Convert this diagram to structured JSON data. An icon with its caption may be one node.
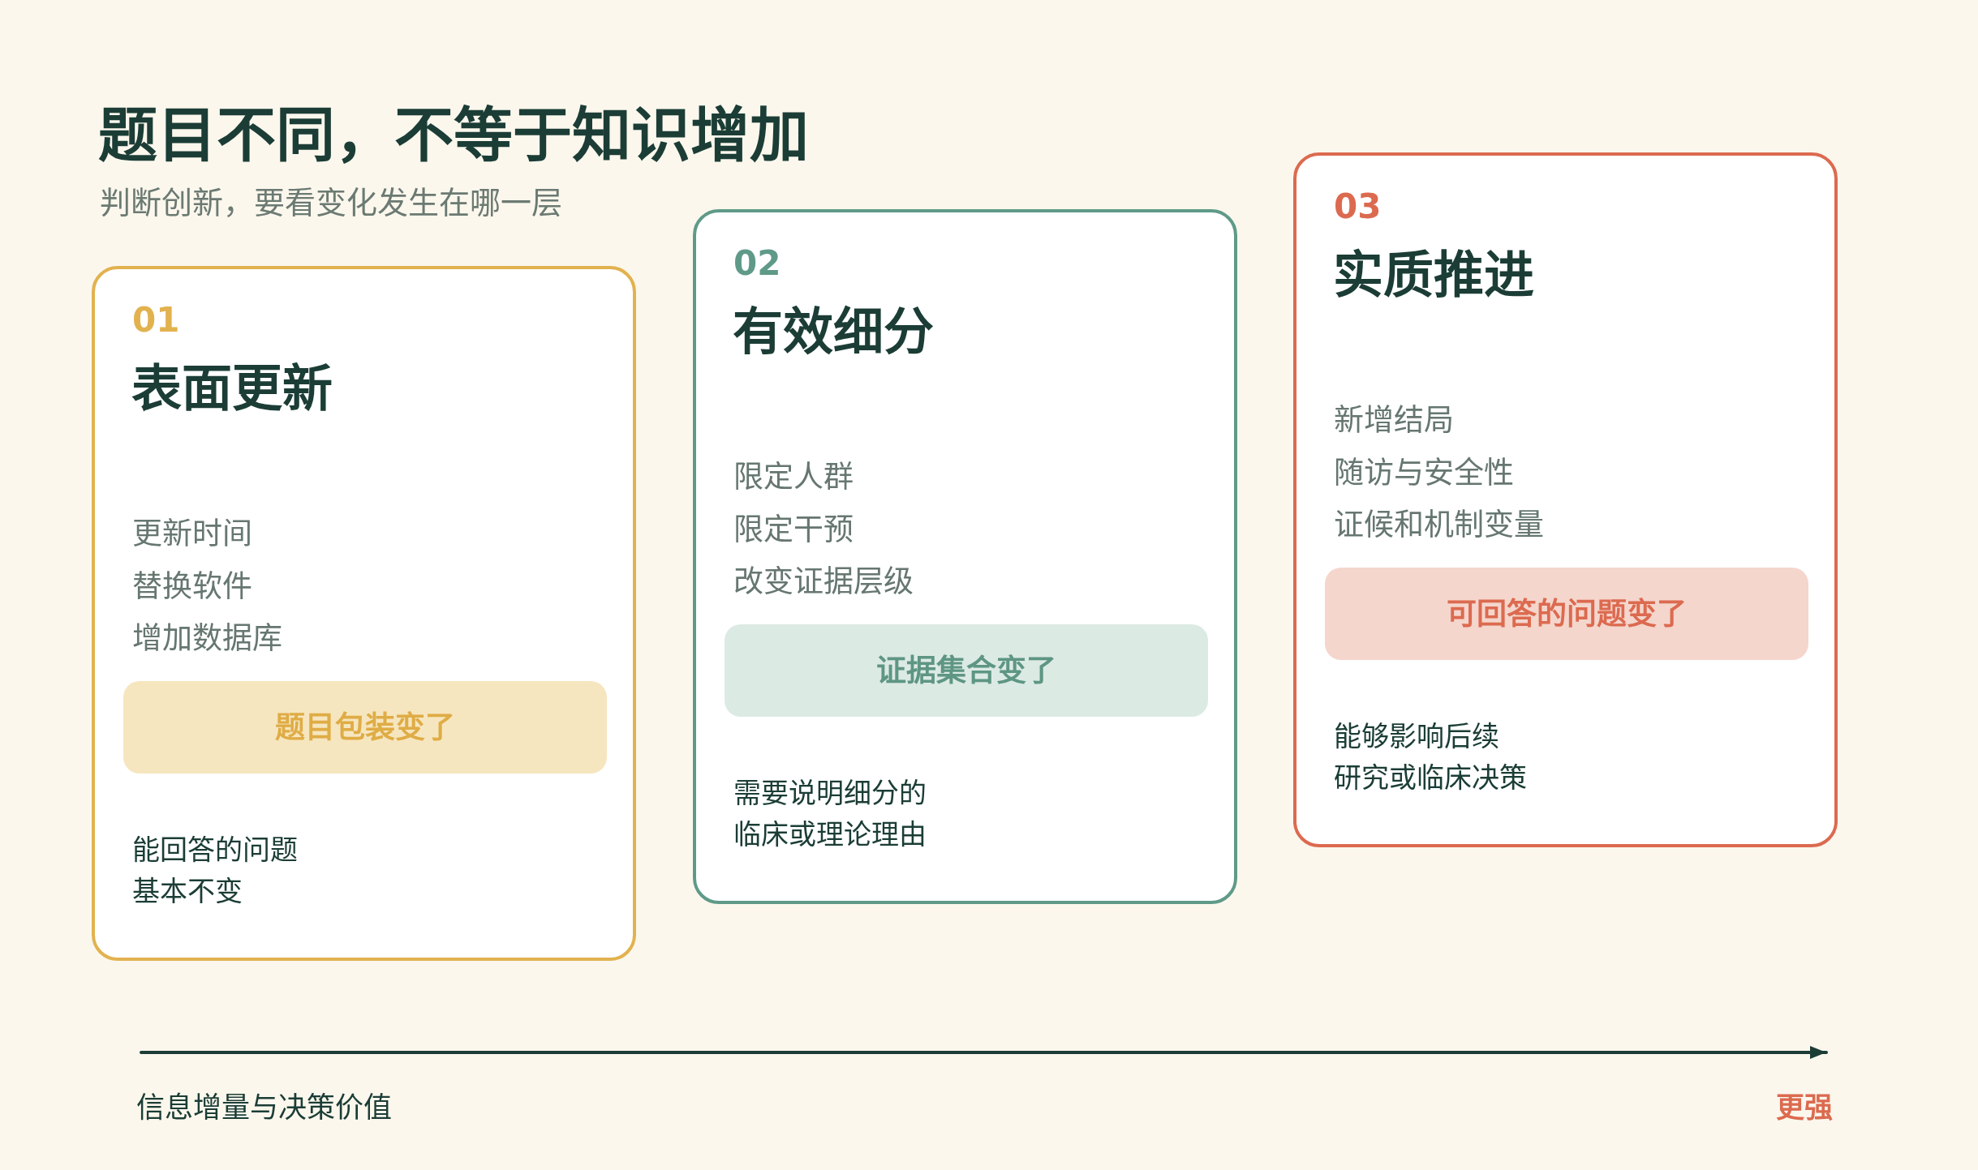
{
  "diagram": {
    "title": "题目不同，不等于知识增加",
    "nodes": [
      {
        "text": [
          "01",
          "表面更新",
          "更新时间",
          "替换软件",
          "增加数据库",
          "能回答的问题基本不变"
        ]
      },
      {
        "text": [
          "题目包装变了"
        ],
        "in": 0
      },
      {
        "text": [
          "02",
          "有效细分",
          "限定人群",
          "限定干预",
          "改变证据层级",
          "需要说明细分的临床或理论理由"
        ]
      },
      {
        "text": [
          "证据集合变了"
        ],
        "in": 2
      },
      {
        "text": [
          "03",
          "实质推进",
          "新增结局",
          "随访与安全性",
          "证候和机制变量",
          "能够影响后续研究或临床决策"
        ]
      },
      {
        "text": [
          "可回答的问题变了"
        ],
        "in": 4
      }
    ],
    "labels": [
      "判断创新，要看变化发生在哪一层",
      "信息增量与决策价值",
      "更强"
    ]
  }
}
